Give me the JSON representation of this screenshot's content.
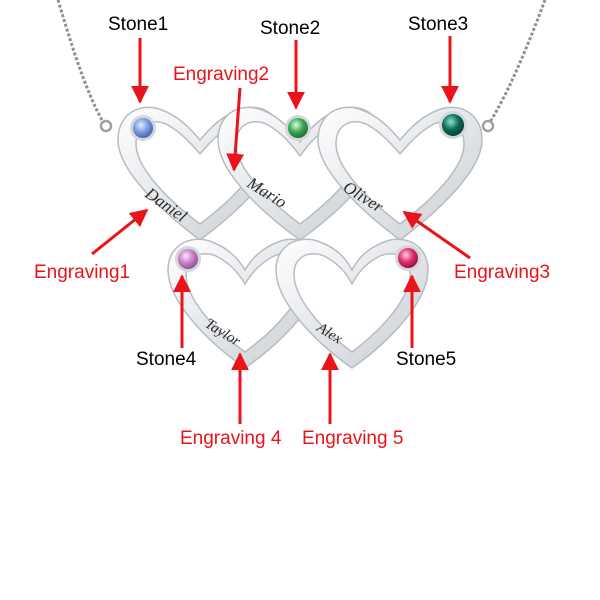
{
  "labels": {
    "stone1": "Stone1",
    "stone2": "Stone2",
    "stone3": "Stone3",
    "stone4": "Stone4",
    "stone5": "Stone5",
    "engraving1": "Engraving1",
    "engraving2": "Engraving2",
    "engraving3": "Engraving3",
    "engraving4": "Engraving 4",
    "engraving5": "Engraving 5"
  },
  "engravings": {
    "name1": "Daniel",
    "name2": "Mario",
    "name3": "Oliver",
    "name4": "Taylor",
    "name5": "Alex"
  },
  "colors": {
    "label_red": "#e8141a",
    "stone1": "#6f8fd8",
    "stone2": "#3fa85a",
    "stone3": "#0e6e5c",
    "stone4": "#c982c8",
    "stone5": "#e0306e",
    "metal": "#e9ecef"
  }
}
